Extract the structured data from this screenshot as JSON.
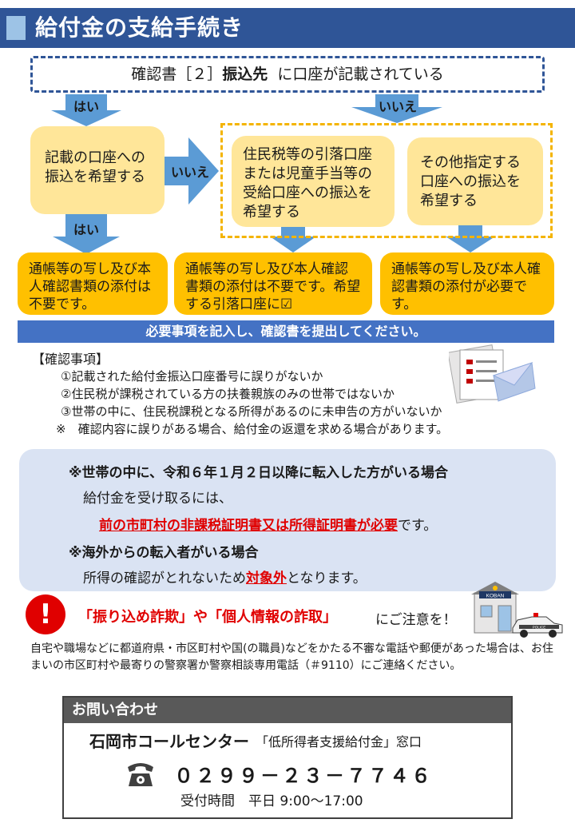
{
  "header": {
    "title": "給付金の支給手続き"
  },
  "top_box": {
    "prefix": "確認書［２］",
    "bold": "振込先",
    "suffix": "に口座が記載されている"
  },
  "flow": {
    "yes": "はい",
    "no": "いいえ",
    "left_box": "記載の口座への振込を希望する",
    "mid_box": "住民税等の引落口座または児童手当等の受給口座への振込を希望する",
    "right_box": "その他指定する口座への振込を希望する",
    "out_left": "通帳等の写し及び本人確認書類の添付は不要です。",
    "out_mid": "通帳等の写し及び本人確認書類の添付は不要です。希望する引落口座に☑",
    "out_right": "通帳等の写し及び本人確認書類の添付が必要です。"
  },
  "banner": "必要事項を記入し、確認書を提出してください。",
  "check": {
    "heading": "【確認事項】",
    "items": [
      "①記載された給付金振込口座番号に誤りがないか",
      "②住民税が課税されている方の扶養親族のみの世帯ではないか",
      "③世帯の中に、住民税課税となる所得があるのに未申告の方がいないか"
    ],
    "note": "※　確認内容に誤りがある場合、給付金の返還を求める場合があります。"
  },
  "panel": {
    "h1": "※世帯の中に、令和６年１月２日以降に転入した方がいる場合",
    "l1": "給付金を受け取るには、",
    "l2_red": "前の市町村の非課税証明書又は所得証明書が必要",
    "l2_tail": "です。",
    "h2": "※海外からの転入者がいる場合",
    "l3_head": "所得の確認がとれないため",
    "l3_red": "対象外",
    "l3_tail": "となります。"
  },
  "warning": {
    "icon": "!",
    "red": "「振り込め詐欺」や「個人情報の詐取」",
    "tail": "にご注意を！",
    "body": "自宅や職場などに都道府県・市区町村や国(の職員)などをかたる不審な電話や郵便があった場合は、お住まいの市区町村や最寄りの警察署か警察相談専用電話（＃9110）にご連絡ください。",
    "koban_sign": "KOBAN",
    "police_label": "POLICE"
  },
  "contact": {
    "heading": "お問い合わせ",
    "center": "石岡市コールセンター",
    "window": "「低所得者支援給付金」窓口",
    "phone": "０２９９－２３－７７４６",
    "hours": "受付時間　平日 9:00〜17:00"
  },
  "colors": {
    "header": "#2f5597",
    "yellow": "#ffe699",
    "orange": "#ffc000",
    "blue": "#5b9bd5",
    "panel": "#dae3f3",
    "red": "#e00000"
  }
}
